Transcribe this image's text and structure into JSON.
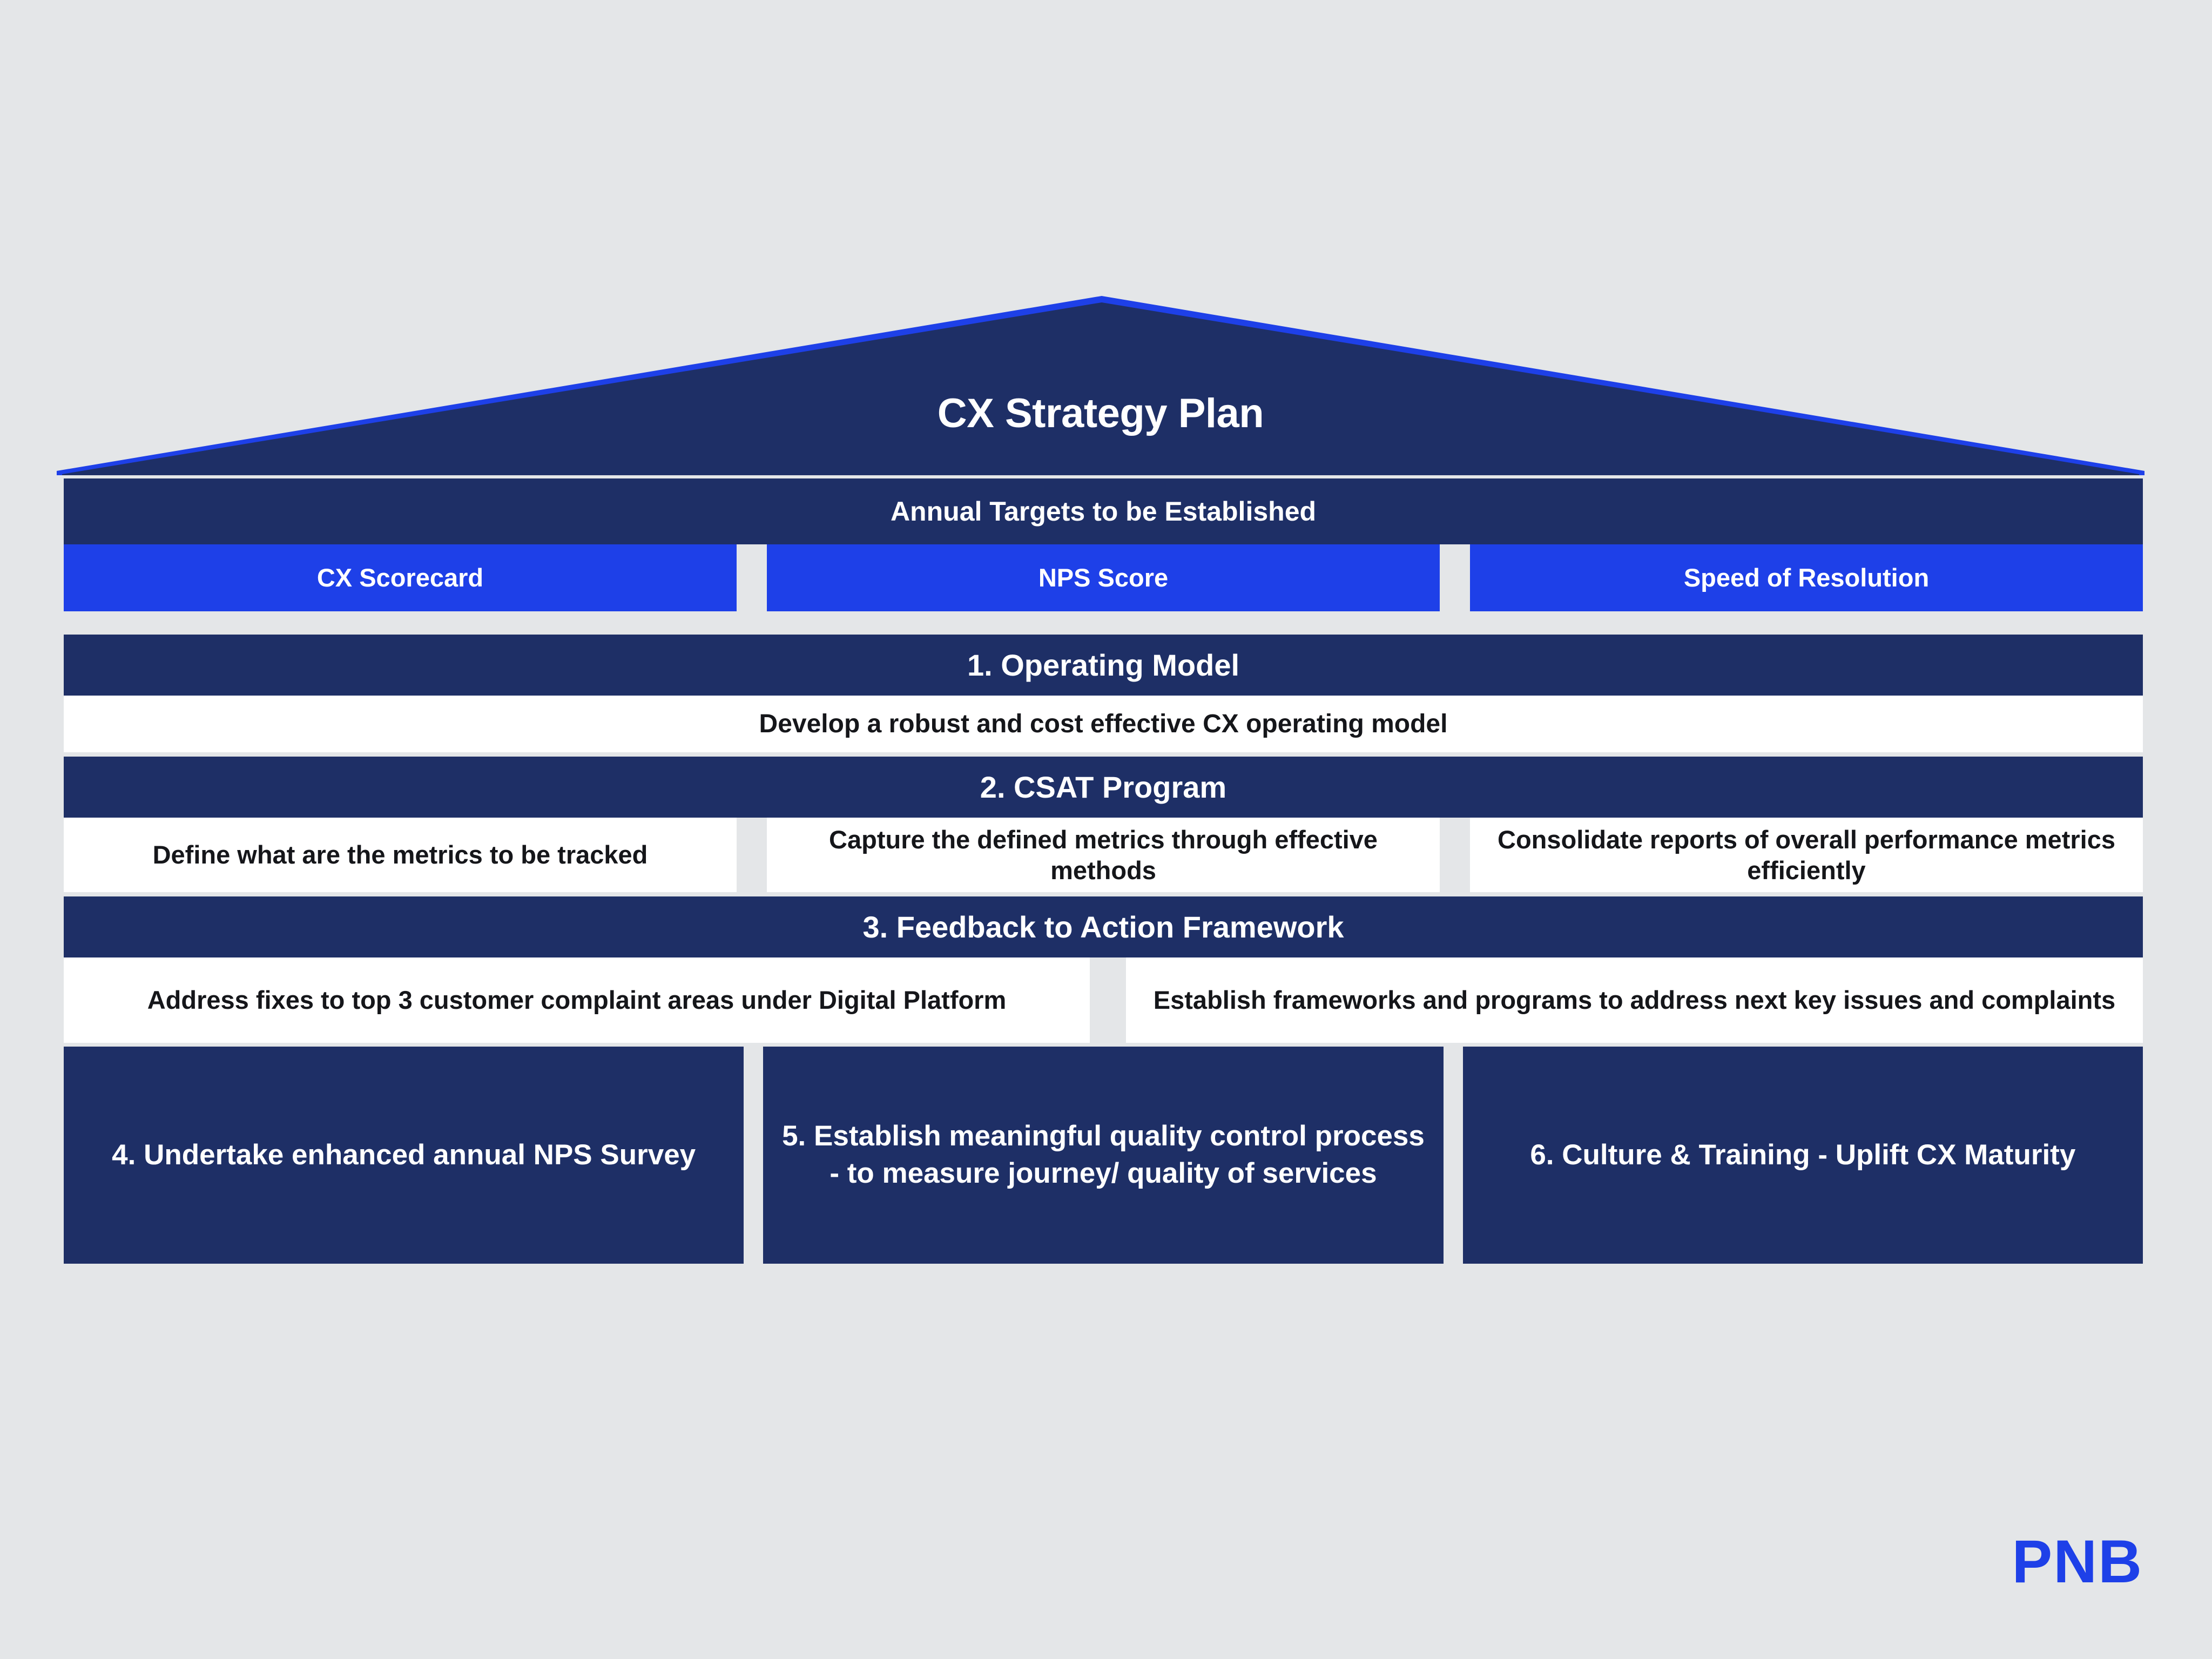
{
  "colors": {
    "background": "#e4e6e8",
    "navy": "#1e2f66",
    "bright_blue": "#1e40e8",
    "white": "#ffffff",
    "text_dark": "#15161a"
  },
  "roof": {
    "title": "CX Strategy Plan"
  },
  "annual_targets": {
    "header": "Annual Targets to be Established",
    "kpis": [
      {
        "label": "CX Scorecard"
      },
      {
        "label": "NPS Score"
      },
      {
        "label": "Speed of Resolution"
      }
    ]
  },
  "sections": [
    {
      "header": "1. Operating Model",
      "layout": "one",
      "items": [
        "Develop a robust and cost effective CX operating model"
      ]
    },
    {
      "header": "2. CSAT Program",
      "layout": "three",
      "items": [
        "Define what are the metrics to be tracked",
        "Capture the defined metrics through effective methods",
        "Consolidate reports of overall performance metrics efficiently"
      ]
    },
    {
      "header": "3. Feedback to Action Framework",
      "layout": "two",
      "items": [
        "Address fixes to top 3 customer complaint areas under Digital Platform",
        "Establish frameworks and programs to address next key issues and complaints"
      ]
    }
  ],
  "pillars": [
    {
      "label": "4. Undertake enhanced annual NPS Survey"
    },
    {
      "label": "5.  Establish meaningful quality control process - to measure journey/ quality of services"
    },
    {
      "label": "6. Culture & Training - Uplift CX Maturity"
    }
  ],
  "logo": {
    "text": "PNB"
  }
}
